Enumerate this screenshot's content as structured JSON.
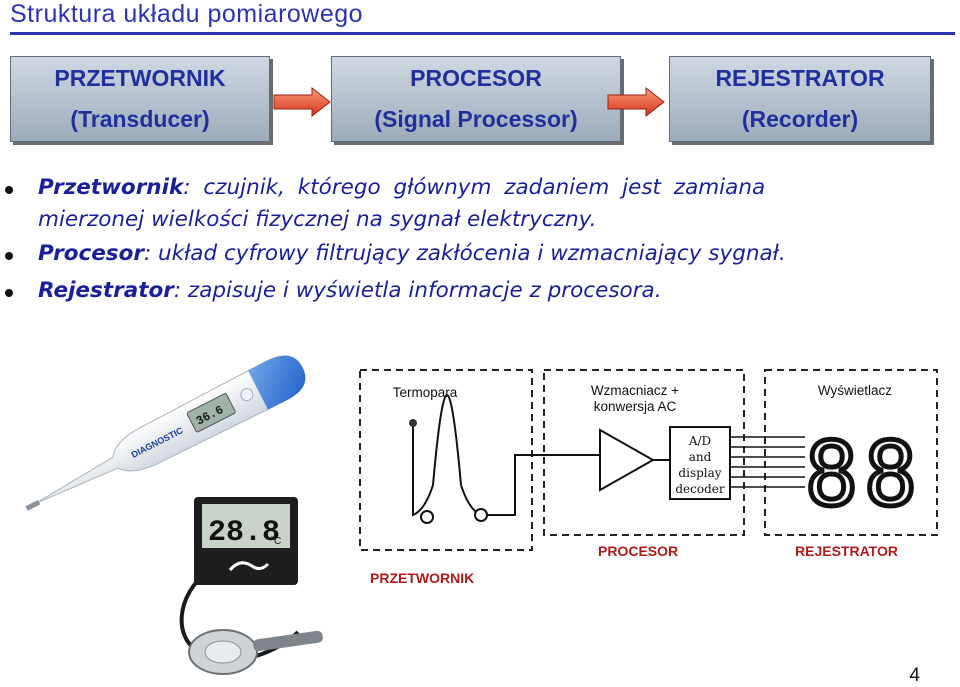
{
  "title": "Struktura układu pomiarowego",
  "blocks": [
    {
      "name": "PRZETWORNIK",
      "sub": "(Transducer)"
    },
    {
      "name": "PROCESOR",
      "sub": "(Signal Processor)"
    },
    {
      "name": "REJESTRATOR",
      "sub": "(Recorder)"
    }
  ],
  "bullets": [
    {
      "term": "Przetwornik",
      "line1": ": czujnik, którego głównym zadaniem jest zamiana",
      "line2": "mierzonej wielkości fizycznej na sygnał elektryczny."
    },
    {
      "term": "Procesor",
      "line1": ": układ cyfrowy filtrujący zakłócenia i wzmacniający sygnał."
    },
    {
      "term": "Rejestrator",
      "line1": ": zapisuje i wyświetla informacje z procesora."
    }
  ],
  "thermometer": {
    "brand": "DIAGNOSTIC",
    "reading": "36.6"
  },
  "meter": {
    "reading": "28.8",
    "unit": "°C"
  },
  "diagram": {
    "labels": {
      "termopara": "Termopara",
      "amp_line1": "Wzmacniacz +",
      "amp_line2": "konwersja AC",
      "display": "Wyświetlacz"
    },
    "decoder_lines": [
      "A/D",
      "and",
      "display",
      "decoder"
    ],
    "digits": "88",
    "tags": {
      "transducer": "PRZETWORNIK",
      "processor": "PROCESOR",
      "recorder": "REJESTRATOR"
    }
  },
  "page_number": "4"
}
